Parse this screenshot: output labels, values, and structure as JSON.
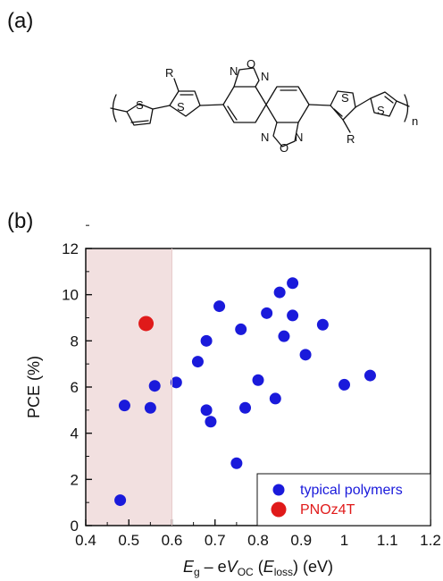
{
  "panels": {
    "a": "(a)",
    "b": "(b)"
  },
  "structure": {
    "substituent": "R",
    "sulfur": "S",
    "nitrogen": "N",
    "oxygen": "O",
    "repeat": "n"
  },
  "chart_data": {
    "type": "scatter",
    "xlabel_parts": {
      "e1": "E",
      "e1sub": "g",
      "mid": " – e",
      "v": "V",
      "vsub": "OC",
      "open": " (",
      "e2": "E",
      "e2sub": "loss",
      "close": ") (eV)"
    },
    "ylabel": "PCE (%)",
    "xlim": [
      0.4,
      1.2
    ],
    "ylim": [
      0,
      12
    ],
    "xticks": [
      "0.4",
      "0.5",
      "0.6",
      "0.7",
      "0.8",
      "0.9",
      "1",
      "1.1",
      "1.2"
    ],
    "yticks": [
      "0",
      "2",
      "4",
      "6",
      "8",
      "10",
      "12"
    ],
    "grid": false,
    "legend_position": "bottom-right",
    "highlight_region": {
      "x": [
        0.4,
        0.6
      ],
      "color": "#f2e0e0"
    },
    "series": [
      {
        "name": "typical polymers",
        "color": "#1a1adb",
        "points": [
          [
            0.48,
            1.1
          ],
          [
            0.49,
            5.2
          ],
          [
            0.55,
            5.1
          ],
          [
            0.56,
            6.05
          ],
          [
            0.61,
            6.2
          ],
          [
            0.66,
            7.1
          ],
          [
            0.68,
            8.0
          ],
          [
            0.68,
            5.0
          ],
          [
            0.69,
            4.5
          ],
          [
            0.71,
            9.5
          ],
          [
            0.75,
            2.7
          ],
          [
            0.76,
            8.5
          ],
          [
            0.77,
            5.1
          ],
          [
            0.8,
            6.3
          ],
          [
            0.82,
            9.2
          ],
          [
            0.84,
            5.5
          ],
          [
            0.85,
            10.1
          ],
          [
            0.86,
            8.2
          ],
          [
            0.88,
            10.5
          ],
          [
            0.88,
            9.1
          ],
          [
            0.91,
            7.4
          ],
          [
            0.95,
            8.7
          ],
          [
            1.0,
            6.1
          ],
          [
            1.06,
            6.5
          ]
        ]
      },
      {
        "name": "PNOz4T",
        "color": "#e01a1a",
        "points": [
          [
            0.54,
            8.75
          ]
        ]
      }
    ]
  }
}
